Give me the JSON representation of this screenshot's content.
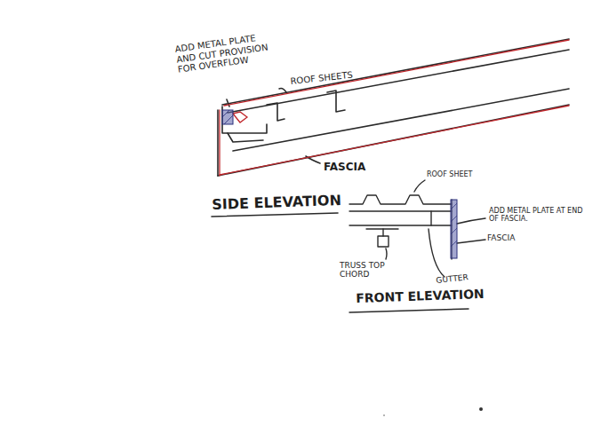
{
  "diagram": {
    "labels": [
      "ADD METAL PLATE AND CUT PROVISION FOR OVERFLOW",
      "ROOF SHEETS",
      "FASCIA",
      "SIDE ELEVATION",
      "ROOF SHEET",
      "ADD METAL PLATE AT END OF FASCIA.",
      "FASCIA",
      "TRUSS TOP CHORD",
      "GUTTER",
      "FRONT ELEVATION"
    ]
  }
}
